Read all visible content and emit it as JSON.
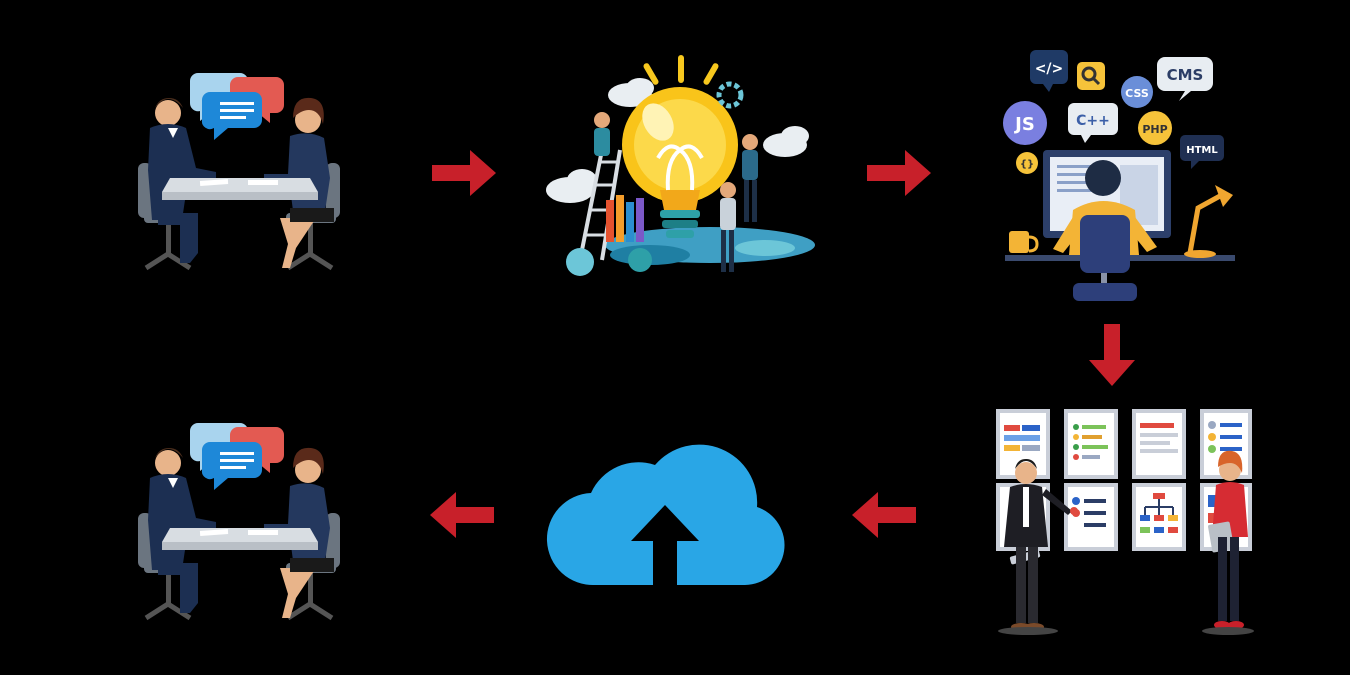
{
  "diagram": {
    "background": "#000000",
    "arrow_color": "#c8202a",
    "steps": [
      {
        "id": "meeting-1",
        "icon": "business-meeting-icon"
      },
      {
        "id": "idea",
        "icon": "lightbulb-idea-icon"
      },
      {
        "id": "development",
        "icon": "web-developer-icon"
      },
      {
        "id": "review",
        "icon": "presentation-board-icon"
      },
      {
        "id": "deploy",
        "icon": "cloud-upload-icon"
      },
      {
        "id": "meeting-2",
        "icon": "business-meeting-icon"
      }
    ],
    "flow": [
      "right",
      "right",
      "down",
      "left",
      "left"
    ],
    "code_tags": {
      "code": "</>",
      "js": "JS",
      "cpp": "C++",
      "css": "CSS",
      "cms": "CMS",
      "php": "PHP",
      "html": "HTML",
      "braces": "{}"
    }
  }
}
